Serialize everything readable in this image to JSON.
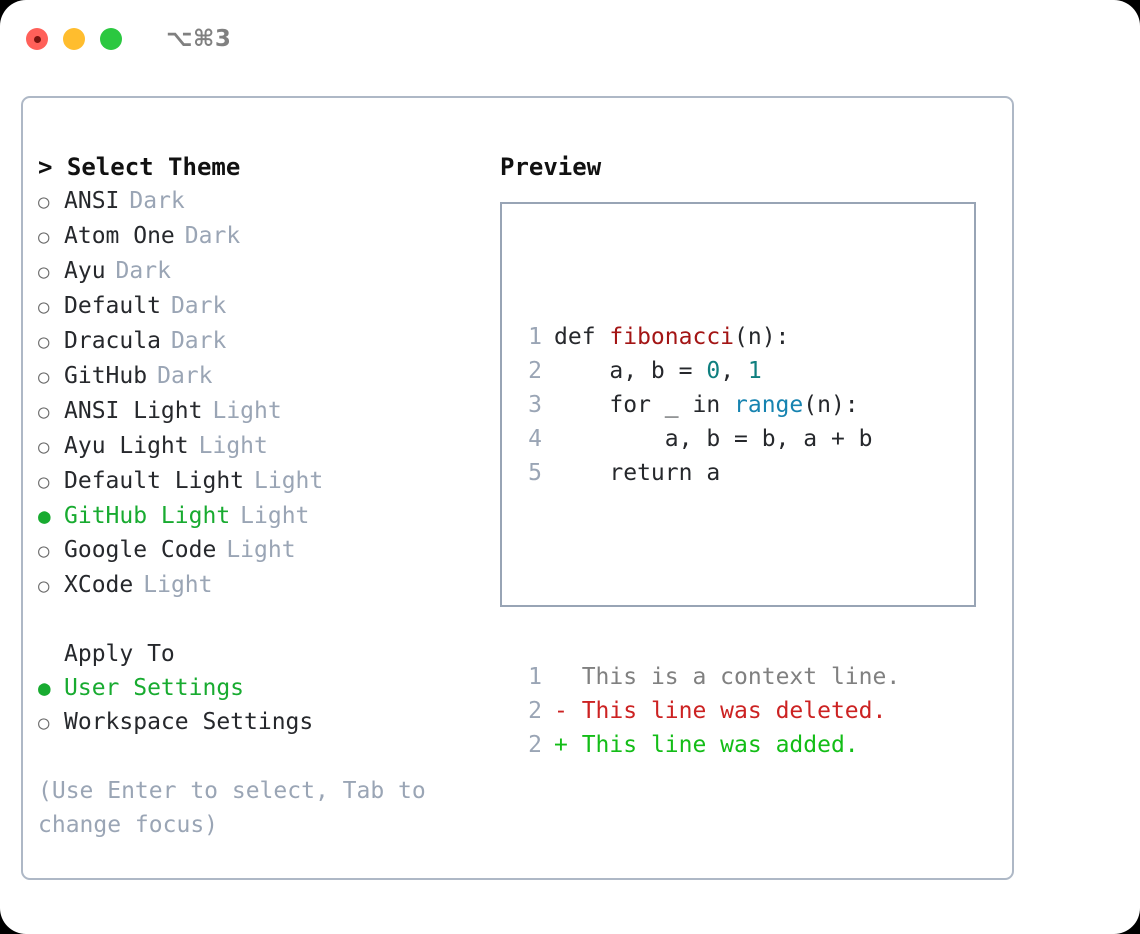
{
  "titlebar": {
    "shortcut": "⌥⌘3",
    "buttons": [
      {
        "name": "close",
        "color": "#ff6059"
      },
      {
        "name": "minimize",
        "color": "#ffbd2e"
      },
      {
        "name": "zoom",
        "color": "#2bc840"
      }
    ]
  },
  "theme_picker": {
    "header": "> Select Theme",
    "radio_empty": "○",
    "radio_filled": "●",
    "items": [
      {
        "label": "ANSI",
        "tag": "Dark",
        "selected": false
      },
      {
        "label": "Atom One",
        "tag": "Dark",
        "selected": false
      },
      {
        "label": "Ayu",
        "tag": "Dark",
        "selected": false
      },
      {
        "label": "Default",
        "tag": "Dark",
        "selected": false
      },
      {
        "label": "Dracula",
        "tag": "Dark",
        "selected": false
      },
      {
        "label": "GitHub",
        "tag": "Dark",
        "selected": false
      },
      {
        "label": "ANSI Light",
        "tag": "Light",
        "selected": false
      },
      {
        "label": "Ayu Light",
        "tag": "Light",
        "selected": false
      },
      {
        "label": "Default Light",
        "tag": "Light",
        "selected": false
      },
      {
        "label": "GitHub Light",
        "tag": "Light",
        "selected": true
      },
      {
        "label": "Google Code",
        "tag": "Light",
        "selected": false
      },
      {
        "label": "XCode",
        "tag": "Light",
        "selected": false
      }
    ]
  },
  "apply_to": {
    "header": "Apply To",
    "options": [
      {
        "label": "User Settings",
        "selected": true
      },
      {
        "label": "Workspace Settings",
        "selected": false
      }
    ]
  },
  "hint": "(Use Enter to select, Tab to change focus)",
  "preview": {
    "title": "Preview",
    "code_lines": [
      {
        "number": "1",
        "tokens": [
          {
            "text": "def ",
            "type": "plain"
          },
          {
            "text": "fibonacci",
            "type": "fn"
          },
          {
            "text": "(n):",
            "type": "plain"
          }
        ]
      },
      {
        "number": "2",
        "tokens": [
          {
            "text": "    a, b = ",
            "type": "plain"
          },
          {
            "text": "0",
            "type": "num"
          },
          {
            "text": ", ",
            "type": "plain"
          },
          {
            "text": "1",
            "type": "num"
          }
        ]
      },
      {
        "number": "3",
        "tokens": [
          {
            "text": "    for _ in ",
            "type": "plain"
          },
          {
            "text": "range",
            "type": "builtin"
          },
          {
            "text": "(n):",
            "type": "plain"
          }
        ]
      },
      {
        "number": "4",
        "tokens": [
          {
            "text": "        a, b = b, a + b",
            "type": "plain"
          }
        ]
      },
      {
        "number": "5",
        "tokens": [
          {
            "text": "    return a",
            "type": "plain"
          }
        ]
      }
    ],
    "diff_lines": [
      {
        "number": "1",
        "marker": " ",
        "text": " This is a context line.",
        "type": "ctx"
      },
      {
        "number": "2",
        "marker": "-",
        "text": " This line was deleted.",
        "type": "del"
      },
      {
        "number": "2",
        "marker": "+",
        "text": " This line was added.",
        "type": "add"
      }
    ]
  },
  "colors": {
    "accent_green": "#18ab30",
    "muted": "#9aa5b5",
    "border": "#aeb8c6",
    "preview_border": "#98a4b5",
    "fn_red": "#a31515",
    "num_teal": "#0f7f7f",
    "builtin_blue": "#1683b0",
    "diff_delete": "#cc2222",
    "diff_add": "#13bd17",
    "diff_context": "#808080"
  }
}
